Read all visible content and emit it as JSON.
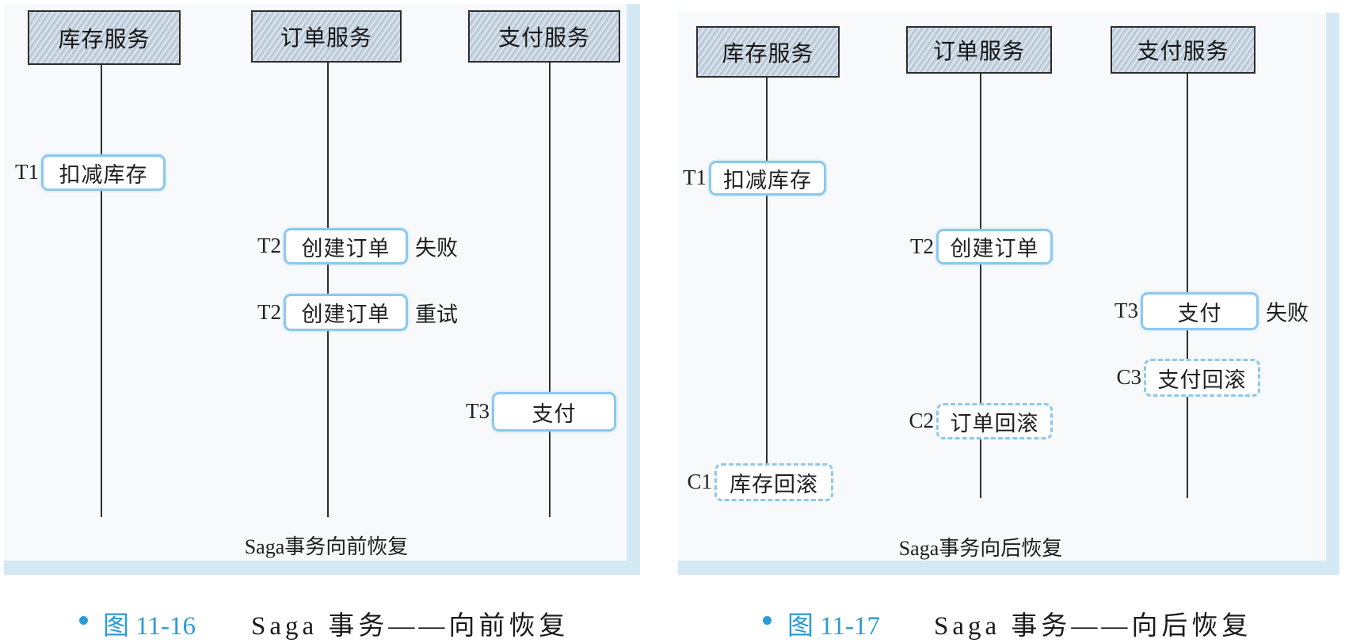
{
  "figures": [
    {
      "services": [
        "库存服务",
        "订单服务",
        "支付服务"
      ],
      "steps": [
        {
          "lane": 0,
          "tag": "T1",
          "text": "扣减库存",
          "dashed": false
        },
        {
          "lane": 1,
          "tag": "T2",
          "text": "创建订单",
          "note": "失败",
          "dashed": false
        },
        {
          "lane": 1,
          "tag": "T2",
          "text": "创建订单",
          "note": "重试",
          "dashed": false
        },
        {
          "lane": 2,
          "tag": "T3",
          "text": "支付",
          "dashed": false
        }
      ],
      "panel_caption": "Saga事务向前恢复",
      "figure_number": "图 11-16",
      "figure_title": "Saga 事务——向前恢复"
    },
    {
      "services": [
        "库存服务",
        "订单服务",
        "支付服务"
      ],
      "steps": [
        {
          "lane": 0,
          "tag": "T1",
          "text": "扣减库存",
          "dashed": false
        },
        {
          "lane": 1,
          "tag": "T2",
          "text": "创建订单",
          "dashed": false
        },
        {
          "lane": 2,
          "tag": "T3",
          "text": "支付",
          "note": "失败",
          "dashed": false
        },
        {
          "lane": 2,
          "tag": "C3",
          "text": "支付回滚",
          "dashed": true
        },
        {
          "lane": 1,
          "tag": "C2",
          "text": "订单回滚",
          "dashed": true
        },
        {
          "lane": 0,
          "tag": "C1",
          "text": "库存回滚",
          "dashed": true
        }
      ],
      "panel_caption": "Saga事务向后恢复",
      "figure_number": "图 11-17",
      "figure_title": "Saga 事务——向后恢复"
    }
  ],
  "colors": {
    "figure_number": "#2b9bd7",
    "step_border": "#8cc9ec",
    "panel_frame": "#d5e9f5",
    "service_fill": "#c6d4e1"
  }
}
